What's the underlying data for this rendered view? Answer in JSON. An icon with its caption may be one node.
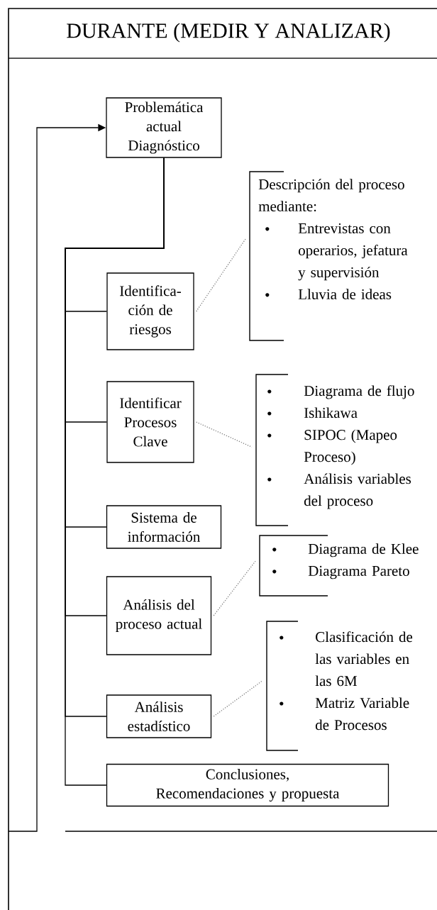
{
  "diagram": {
    "title": "DURANTE (MEDIR Y ANALIZAR)",
    "nodes": [
      {
        "text": [
          "Problemática actual Diagnóstico"
        ]
      },
      {
        "text": [
          "Identifica- ción de riesgos"
        ]
      },
      {
        "text": [
          "Identificar Procesos Clave"
        ]
      },
      {
        "text": [
          "Sistema de información"
        ]
      },
      {
        "text": [
          "Análisis del proceso actual"
        ]
      },
      {
        "text": [
          "Análisis estadístico"
        ]
      },
      {
        "text": [
          "Conclusiones, Recomendaciones y propuesta"
        ]
      },
      {
        "text": [
          "Descripción del proceso mediante:",
          "Entrevistas con operarios, jefatura y supervisión",
          "Lluvia de ideas"
        ]
      },
      {
        "text": [
          "Diagrama de flujo",
          "Ishikawa",
          "SIPOC (Mapeo Proceso)",
          "Análisis variables del proceso"
        ]
      },
      {
        "text": [
          "Diagrama de Klee",
          "Diagrama Pareto"
        ]
      },
      {
        "text": [
          "Clasificación de las variables en las 6M",
          "Matriz Variable de Procesos"
        ]
      }
    ],
    "edges": [
      {
        "from": 0,
        "to": 1,
        "arrow": "none"
      },
      {
        "from": 0,
        "to": 2,
        "arrow": "none"
      },
      {
        "from": 0,
        "to": 3,
        "arrow": "none"
      },
      {
        "from": 0,
        "to": 4,
        "arrow": "none"
      },
      {
        "from": 0,
        "to": 5,
        "arrow": "none"
      },
      {
        "from": 0,
        "to": 6,
        "arrow": "none"
      },
      {
        "from": null,
        "to": 0,
        "arrow": "to"
      },
      {
        "from": 1,
        "to": 7,
        "arrow": "none",
        "style": "dashed",
        "color": "#808080"
      },
      {
        "from": 2,
        "to": 8,
        "arrow": "none",
        "style": "dashed",
        "color": "#808080"
      },
      {
        "from": 4,
        "to": 9,
        "arrow": "none",
        "style": "dashed",
        "color": "#808080"
      },
      {
        "from": 5,
        "to": 10,
        "arrow": "none",
        "style": "dashed",
        "color": "#808080"
      }
    ]
  }
}
